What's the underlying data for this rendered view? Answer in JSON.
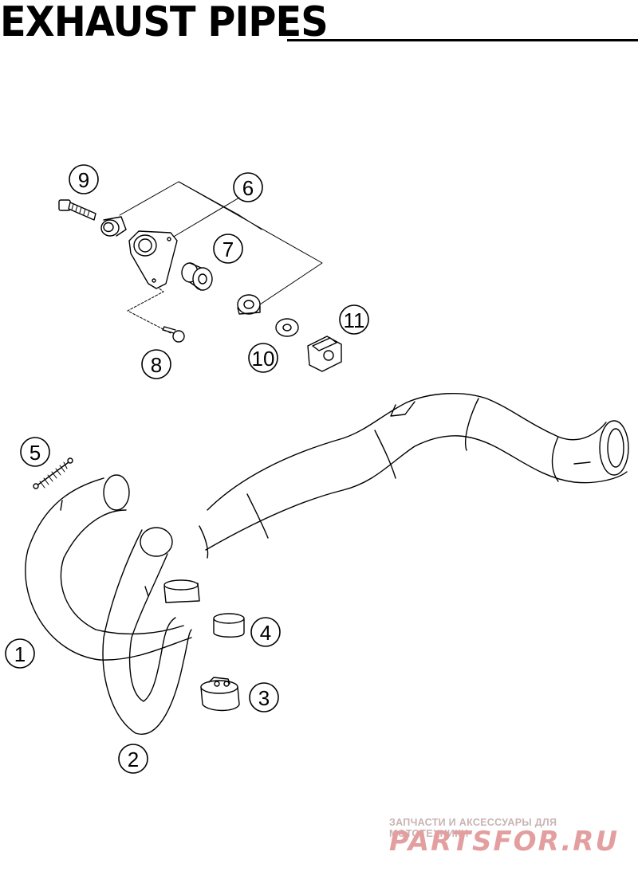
{
  "page": {
    "title": "EXHAUST PIPES"
  },
  "callouts": [
    {
      "id": "callout-1",
      "label": "1"
    },
    {
      "id": "callout-2",
      "label": "2"
    },
    {
      "id": "callout-3",
      "label": "3"
    },
    {
      "id": "callout-4",
      "label": "4"
    },
    {
      "id": "callout-5",
      "label": "5"
    },
    {
      "id": "callout-6",
      "label": "6"
    },
    {
      "id": "callout-7",
      "label": "7"
    },
    {
      "id": "callout-8",
      "label": "8"
    },
    {
      "id": "callout-9",
      "label": "9"
    },
    {
      "id": "callout-10",
      "label": "10"
    },
    {
      "id": "callout-11",
      "label": "11"
    }
  ],
  "watermark": {
    "tagline": "ЗАПЧАСТИ И АКСЕССУАРЫ ДЛЯ МОТОТЕХНИКИ",
    "brand": "PARTSFOR.RU"
  },
  "colors": {
    "line": "#000000",
    "background": "#ffffff",
    "watermark_text": "#e39f9f"
  }
}
